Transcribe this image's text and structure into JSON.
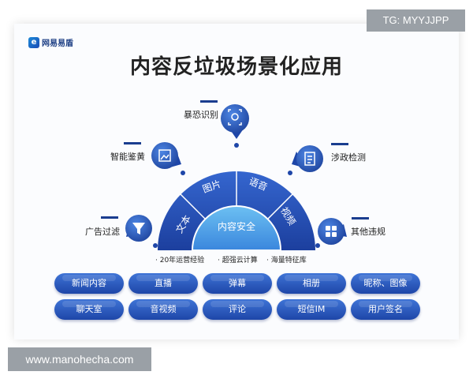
{
  "brand": {
    "logo_text": "网易易盾"
  },
  "title": "内容反垃圾场景化应用",
  "hub": {
    "center": "内容安全",
    "sectors": [
      "文本",
      "图片",
      "语音",
      "视频"
    ]
  },
  "capabilities": [
    "广告过滤",
    "智能鉴黄",
    "暴恐识别",
    "涉政检测",
    "其他违规"
  ],
  "features": [
    "20年运营经验",
    "超强云计算",
    "海量特征库"
  ],
  "scenarios": [
    [
      "新闻内容",
      "直播",
      "弹幕",
      "相册",
      "昵称、图像"
    ],
    [
      "聊天室",
      "音视频",
      "评论",
      "短信IM",
      "用户签名"
    ]
  ],
  "watermarks": {
    "tg": "TG: MYYJJPP",
    "site": "www.manohecha.com"
  },
  "colors": {
    "primary": "#1e46a8",
    "accent": "#3f74d6",
    "center": "#4fa3ea"
  }
}
